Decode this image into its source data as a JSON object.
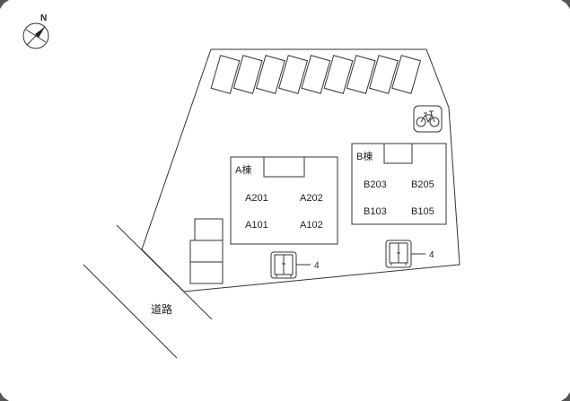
{
  "compass": {
    "label": "N"
  },
  "buildings": {
    "a": {
      "label": "A棟",
      "units": [
        "A201",
        "A202",
        "A101",
        "A102"
      ]
    },
    "b": {
      "label": "B棟",
      "units": [
        "B203",
        "B205",
        "B103",
        "B105"
      ]
    }
  },
  "trash": [
    {
      "count": "4"
    },
    {
      "count": "4"
    }
  ],
  "road": {
    "label": "道路"
  },
  "icons": {
    "bicycle": "bicycle-parking-icon",
    "compass": "compass-icon",
    "trash": "trash-station-icon"
  },
  "parking": {
    "spaces": 9
  }
}
